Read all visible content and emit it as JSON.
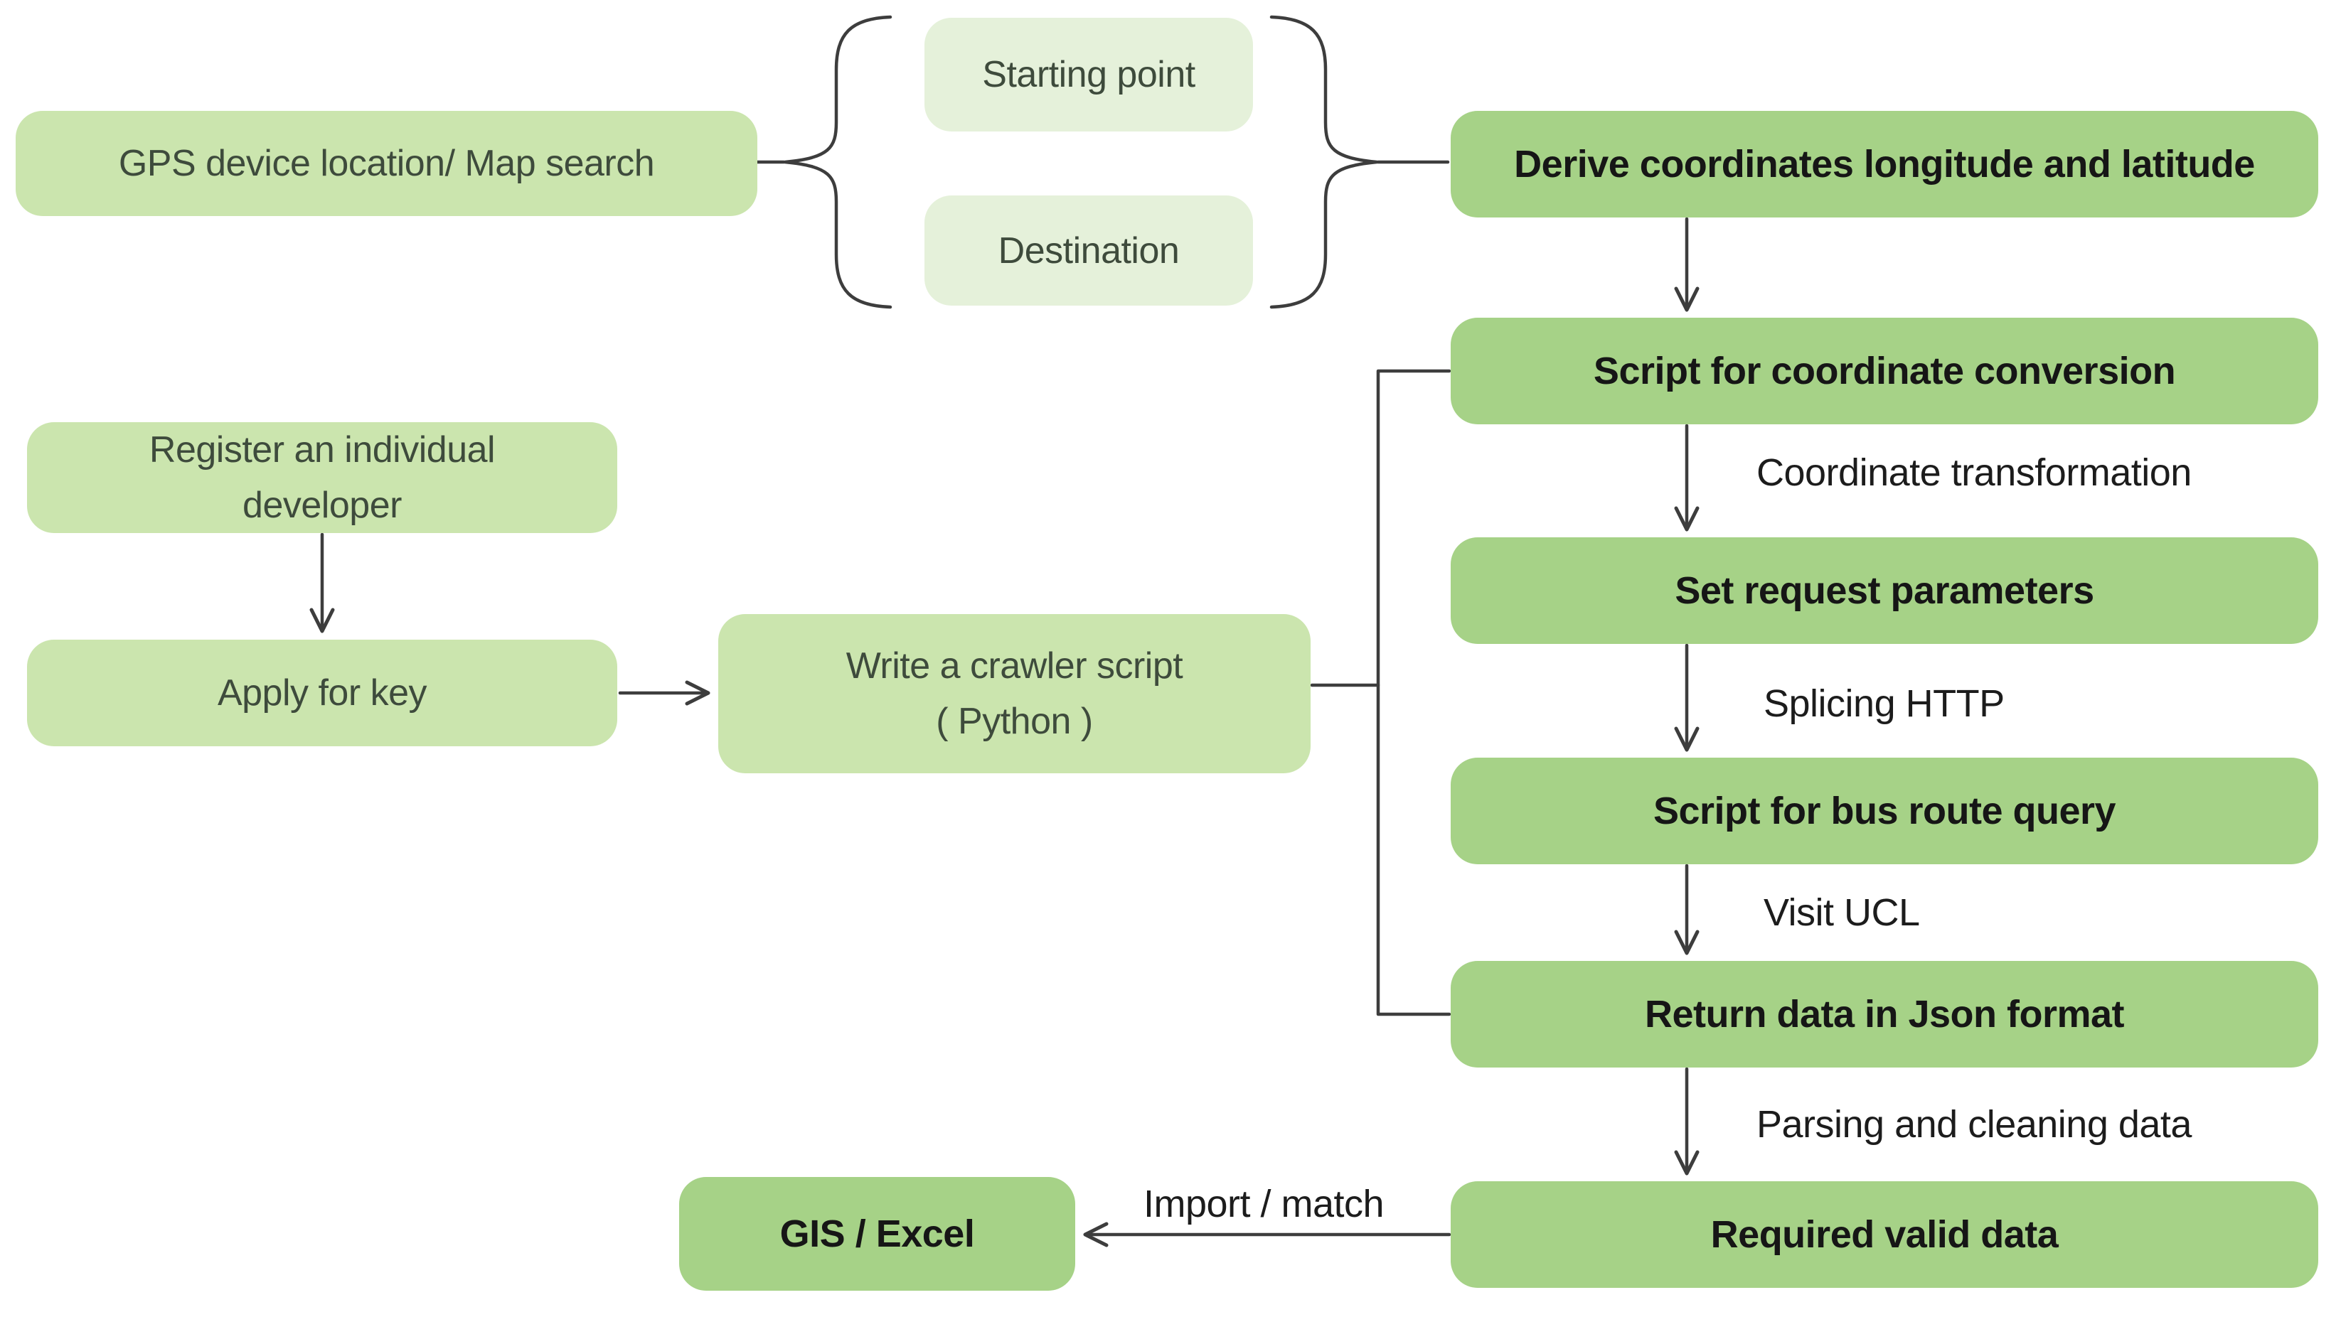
{
  "diagram": {
    "background_color": "#ffffff",
    "colors": {
      "box_light_green": "#cbe5ae",
      "box_pale_green": "#e5f1da",
      "box_dark_green": "#a6d287",
      "connector_line": "#3d3d3d",
      "text_on_light_box": "#3e4b3c",
      "text_on_dark_box": "#161616",
      "edge_label_text": "#1c1c1c"
    },
    "nodes": {
      "gps": {
        "label": "GPS device location/ Map search",
        "style": "light"
      },
      "starting_point": {
        "label": "Starting point",
        "style": "pale"
      },
      "destination": {
        "label": "Destination",
        "style": "pale"
      },
      "derive_coordinates": {
        "label": "Derive coordinates longitude and latitude",
        "style": "dark"
      },
      "script_conversion": {
        "label": "Script for coordinate conversion",
        "style": "dark"
      },
      "set_request_parameters": {
        "label": "Set request parameters",
        "style": "dark"
      },
      "bus_route_query": {
        "label": "Script for bus route query",
        "style": "dark"
      },
      "return_json": {
        "label": "Return data in Json format",
        "style": "dark"
      },
      "required_valid_data": {
        "label": "Required valid data",
        "style": "dark"
      },
      "register_developer": {
        "lines": [
          "Register an individual",
          "developer"
        ],
        "style": "light"
      },
      "apply_for_key": {
        "label": "Apply for key",
        "style": "light"
      },
      "write_crawler": {
        "lines": [
          "Write a crawler script",
          "( Python )"
        ],
        "style": "light"
      },
      "gis_excel": {
        "label": "GIS / Excel",
        "style": "dark"
      }
    },
    "edge_labels": {
      "coordinate_transformation": "Coordinate transformation",
      "splicing_http": "Splicing HTTP",
      "visit_ucl": "Visit UCL",
      "parsing_cleaning": "Parsing and cleaning data",
      "import_match": "Import / match"
    }
  }
}
